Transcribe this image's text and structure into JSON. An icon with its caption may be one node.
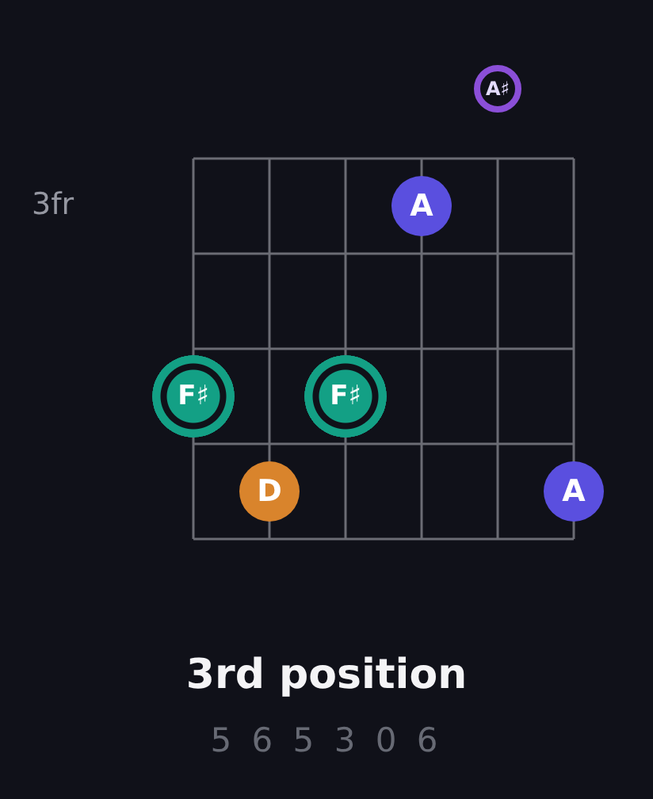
{
  "diagram": {
    "title": "3rd position",
    "nodes": [
      {
        "text": [
          "A♯"
        ]
      },
      {
        "text": [
          "A"
        ]
      },
      {
        "text": [
          "F♯"
        ]
      },
      {
        "text": [
          "F♯"
        ]
      },
      {
        "text": [
          "D"
        ]
      },
      {
        "text": [
          "A"
        ]
      }
    ],
    "labels": [
      "3fr",
      "5 6 5 3 0 6"
    ]
  }
}
